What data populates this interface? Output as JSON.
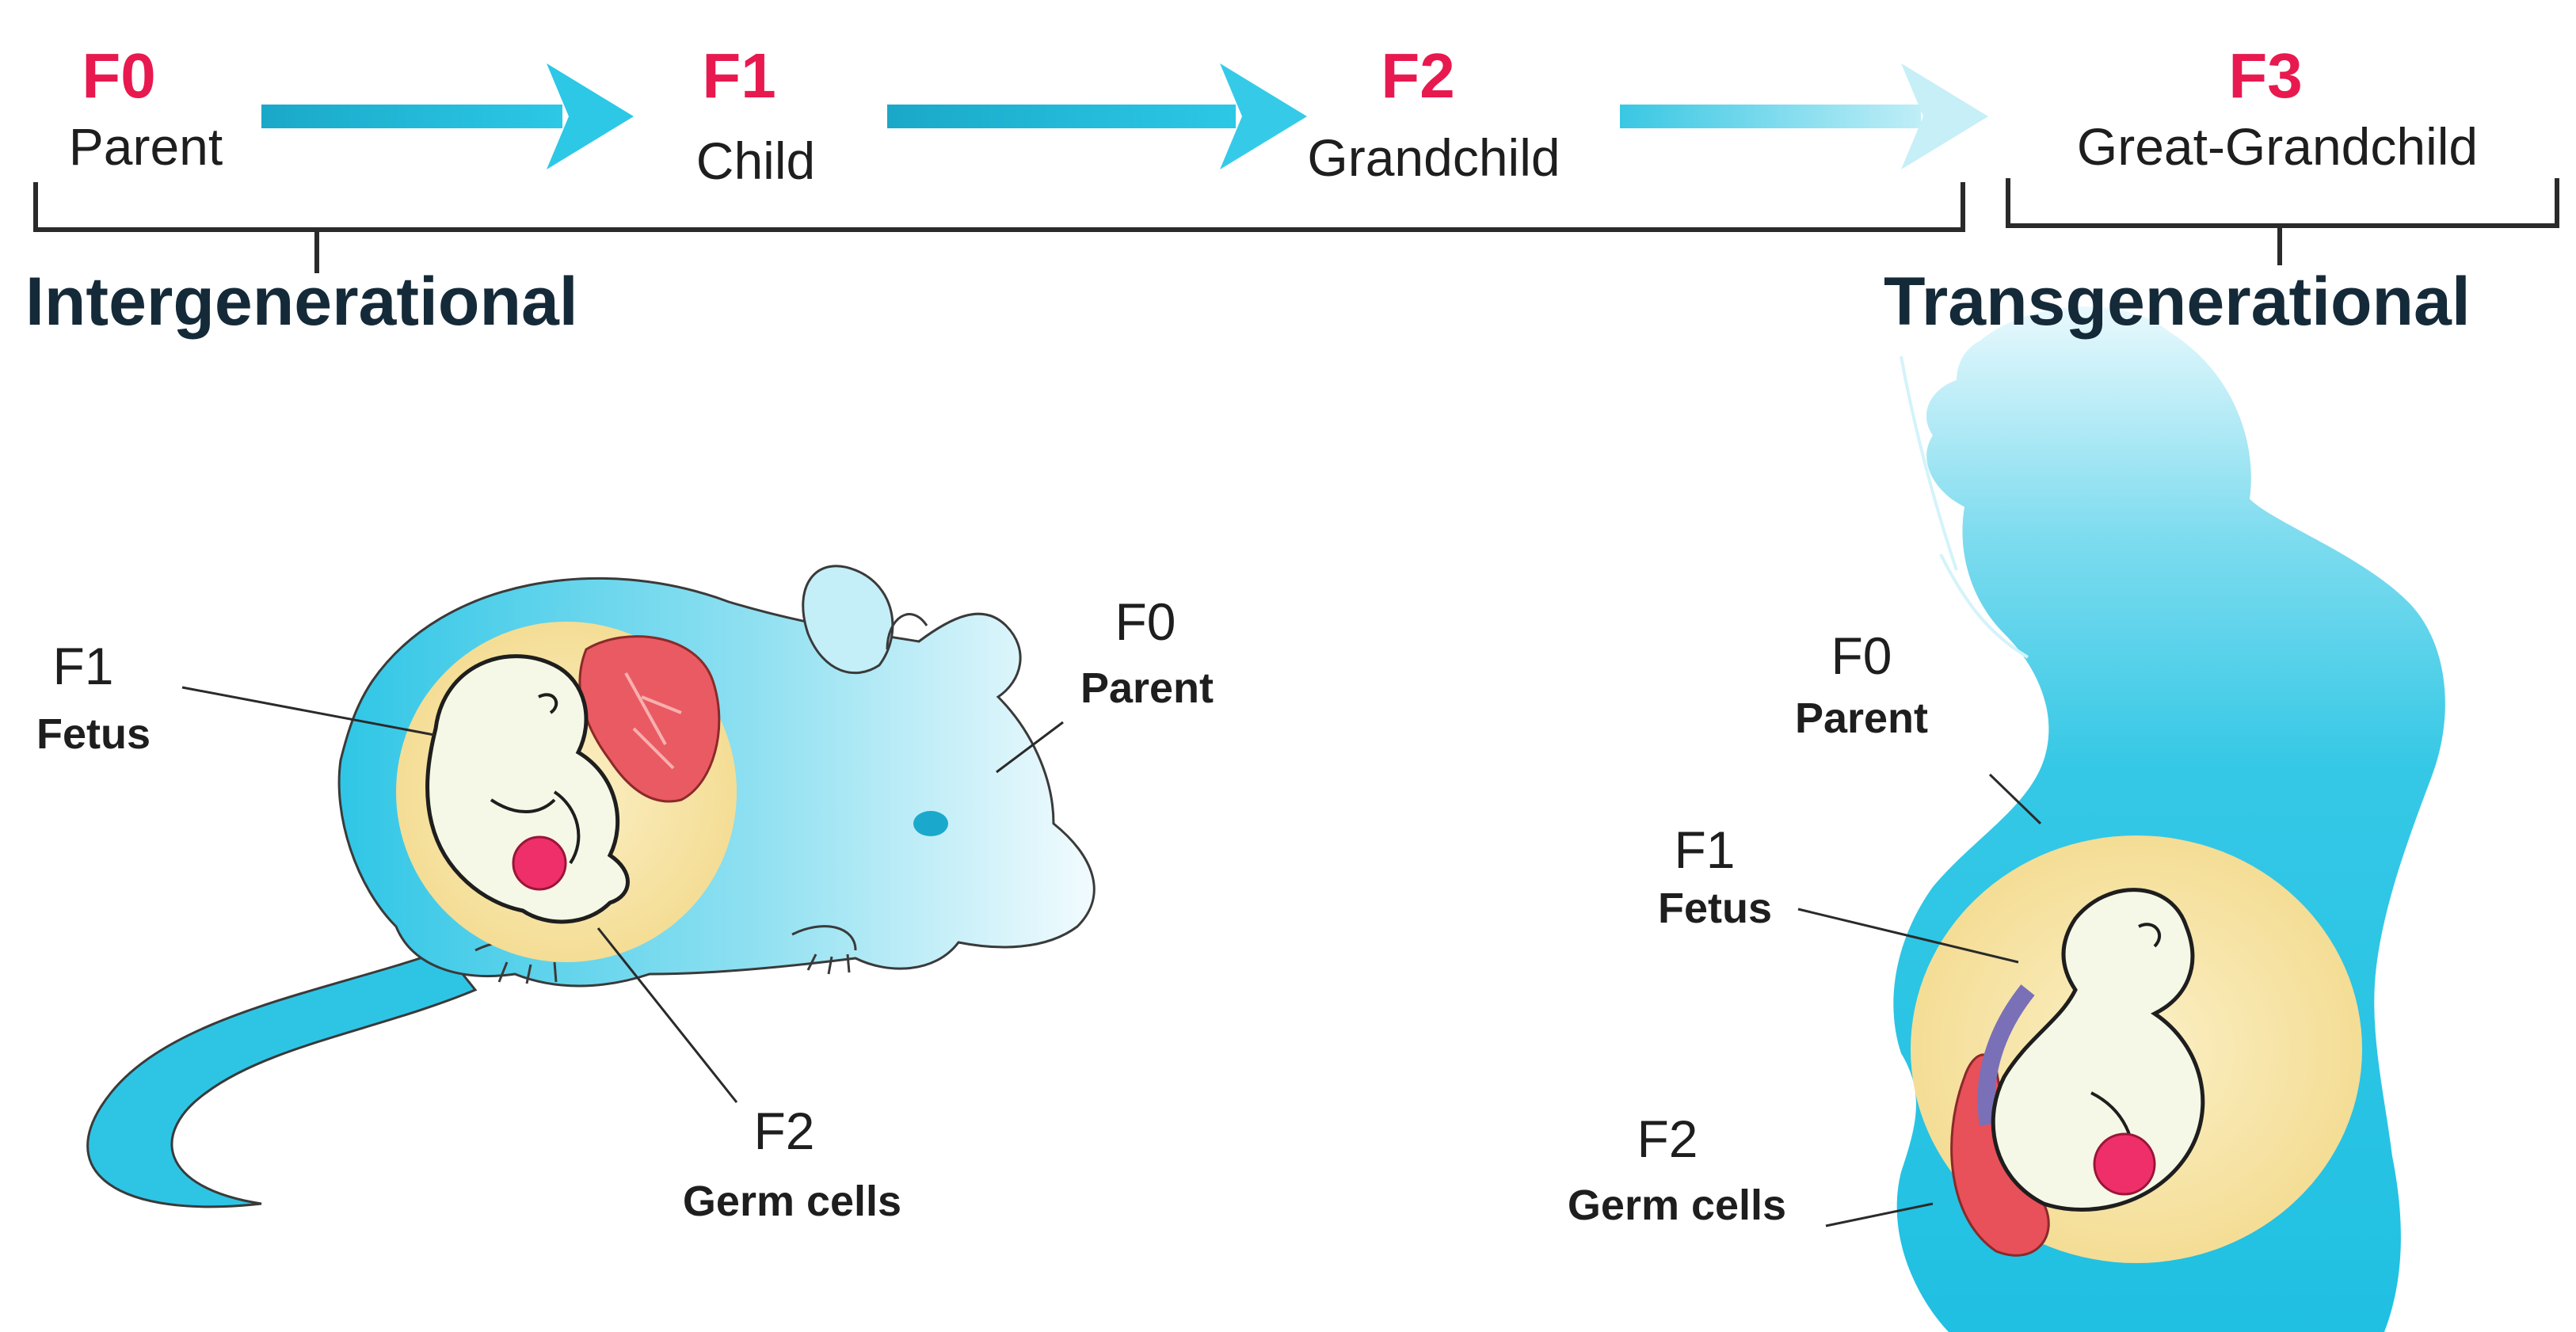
{
  "colors": {
    "generation_code": "#e8194f",
    "arrow": "#1fb8d6",
    "body_fill": "#5dd3ea",
    "womb": "#f6e4a8",
    "germ_cell": "#ef2f6a",
    "placenta": "#e8505a",
    "bracket": "#2a2a2a"
  },
  "timeline": {
    "generations": [
      {
        "code": "F0",
        "role": "Parent"
      },
      {
        "code": "F1",
        "role": "Child"
      },
      {
        "code": "F2",
        "role": "Grandchild"
      },
      {
        "code": "F3",
        "role": "Great-Grandchild"
      }
    ],
    "intergenerational_label": "Intergenerational",
    "transgenerational_label": "Transgenerational"
  },
  "mouse": {
    "icon": "pregnant-mouse-icon",
    "parent": {
      "code": "F0",
      "sub": "Parent"
    },
    "fetus": {
      "code": "F1",
      "sub": "Fetus"
    },
    "germ": {
      "code": "F2",
      "sub": "Germ cells"
    }
  },
  "human": {
    "icon": "pregnant-woman-icon",
    "parent": {
      "code": "F0",
      "sub": "Parent"
    },
    "fetus": {
      "code": "F1",
      "sub": "Fetus"
    },
    "germ": {
      "code": "F2",
      "sub": "Germ cells"
    }
  }
}
